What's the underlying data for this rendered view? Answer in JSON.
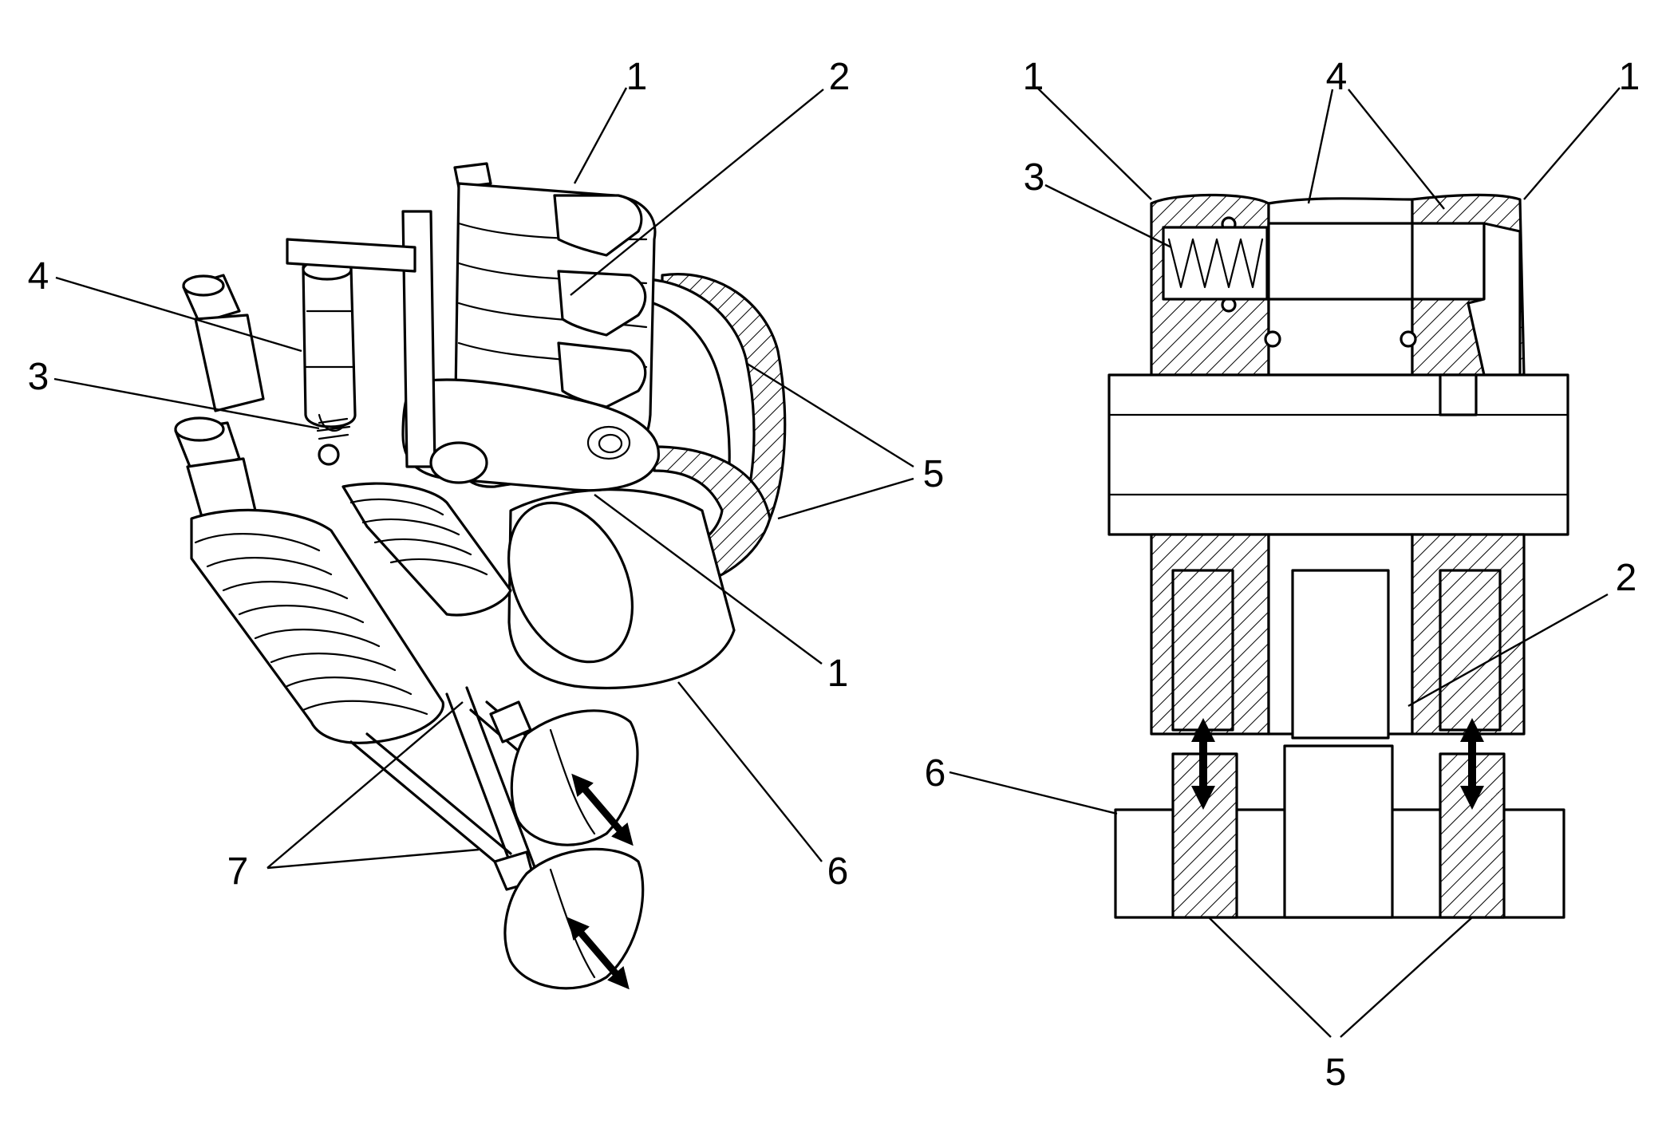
{
  "left_view": {
    "callouts": [
      "1",
      "2",
      "4",
      "3",
      "5",
      "1",
      "6",
      "7"
    ]
  },
  "right_view": {
    "callouts": [
      "1",
      "4",
      "1",
      "3",
      "2",
      "6",
      "5"
    ]
  },
  "colors": {
    "ink": "#000000",
    "paper": "#ffffff"
  }
}
